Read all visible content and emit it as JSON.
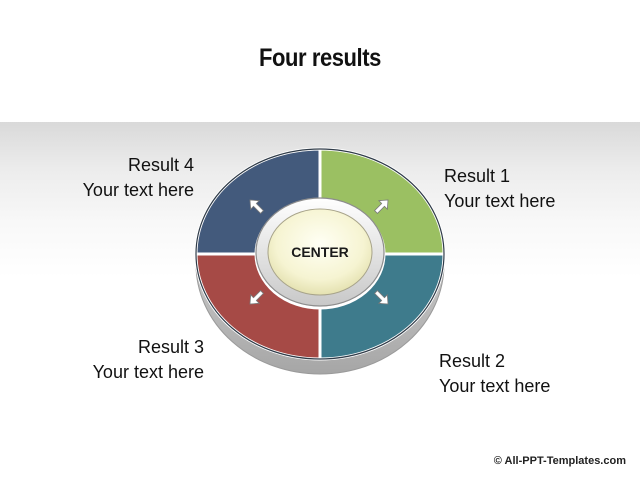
{
  "title": "Four results",
  "center_label": "CENTER",
  "results": [
    {
      "id": 1,
      "label": "Result 1",
      "text": "Your text here",
      "color": "#9bc062"
    },
    {
      "id": 2,
      "label": "Result 2",
      "text": "Your text here",
      "color": "#3e7b8c"
    },
    {
      "id": 3,
      "label": "Result 3",
      "text": "Your text here",
      "color": "#a64a46"
    },
    {
      "id": 4,
      "label": "Result 4",
      "text": "Your text here",
      "color": "#435a7c"
    }
  ],
  "copyright": "© All-PPT-Templates.com"
}
